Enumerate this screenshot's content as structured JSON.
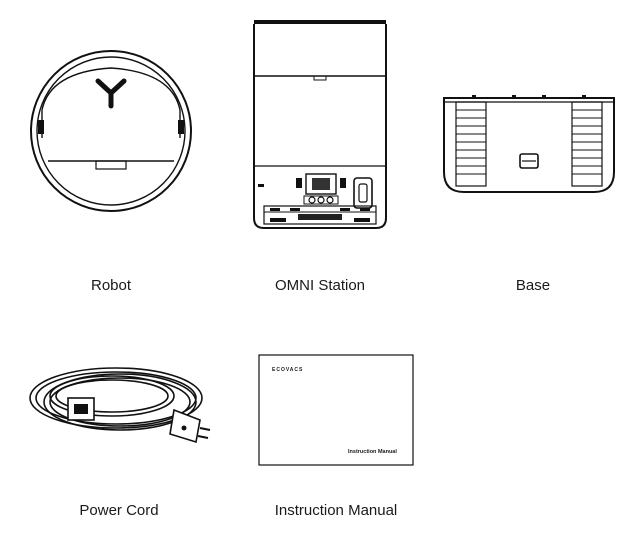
{
  "items": [
    {
      "label": "Robot",
      "icon": "robot-vacuum-icon"
    },
    {
      "label": "OMNI Station",
      "icon": "omni-station-icon"
    },
    {
      "label": "Base",
      "icon": "base-icon"
    },
    {
      "label": "Power Cord",
      "icon": "power-cord-icon"
    },
    {
      "label": "Instruction Manual",
      "icon": "instruction-manual-icon"
    }
  ],
  "manual": {
    "brand": "ECOVACS",
    "cover_title": "Instruction Manual"
  }
}
